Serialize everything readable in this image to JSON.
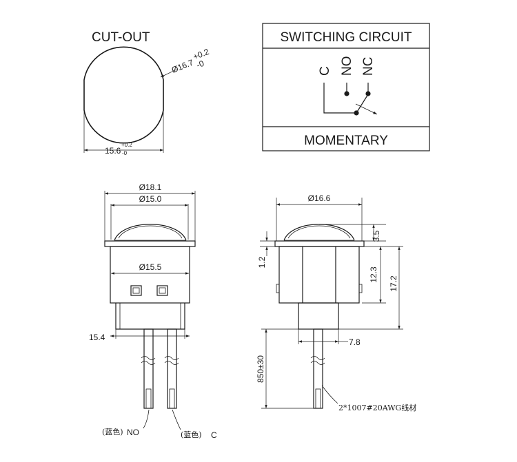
{
  "cutout": {
    "title": "CUT-OUT",
    "diameter_base": "Ø16.7",
    "diameter_tol_upper": "+0.2",
    "diameter_tol_lower": "-0",
    "flat_base": "15.6",
    "flat_tol_upper": "+0.2",
    "flat_tol_lower": "-0"
  },
  "circuit": {
    "header": "SWITCHING CIRCUIT",
    "footer": "MOMENTARY",
    "term_c": "C",
    "term_no": "NO",
    "term_nc": "NC"
  },
  "front_view": {
    "dim_outer": "Ø18.1",
    "dim_dome": "Ø15.0",
    "dim_body": "Ø15.5",
    "dim_bottom": "15.4",
    "wire_no_color": "(蓝色)",
    "wire_no_label": "NO",
    "wire_c_color": "(蓝色)",
    "wire_c_label": "C"
  },
  "side_view": {
    "dim_dome": "Ø16.6",
    "dim_dome_height": "3.5",
    "dim_flange": "1.2",
    "dim_body_height": "12.3",
    "dim_total_height": "17.2",
    "dim_tail": "7.8",
    "dim_wire_length": "850±30",
    "wire_spec": "2*1007#20AWG线材"
  }
}
